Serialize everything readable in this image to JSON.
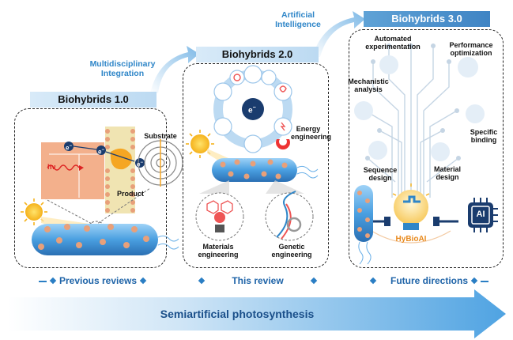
{
  "stages": {
    "s1": {
      "title": "Biohybrids 1.0"
    },
    "s2": {
      "title": "Biohybrids 2.0"
    },
    "s3": {
      "title": "Biohybrids 3.0"
    }
  },
  "transitions": {
    "t1": "Multidisciplinary Integration",
    "t2": "Artificial Intelligence"
  },
  "panel1": {
    "hv": "hν",
    "electron": "e",
    "electron_sup": "−",
    "substrate": "Substrate",
    "product": "Product"
  },
  "panel2": {
    "electron": "e",
    "electron_sup": "−",
    "energy": "Energy engineering",
    "materials": "Materials engineering",
    "genetic": "Genetic engineering"
  },
  "panel3": {
    "automated": "Automated experimentation",
    "performance": "Performance optimization",
    "mechanistic": "Mechanistic analysis",
    "specific": "Specific binding",
    "sequence": "Sequence design",
    "material": "Material design",
    "hybioai": "HyBioAI",
    "ai": "AI"
  },
  "footer": {
    "previous": "Previous reviews",
    "this": "This review",
    "future": "Future directions"
  },
  "arrow_label": "Semiartificial photosynthesis",
  "colors": {
    "accent": "#2f86c8",
    "cell_blue": "#4a9fe0",
    "dots": "#e8a07a",
    "orange": "#e88a1e",
    "dark_navy": "#1a3c6e"
  }
}
